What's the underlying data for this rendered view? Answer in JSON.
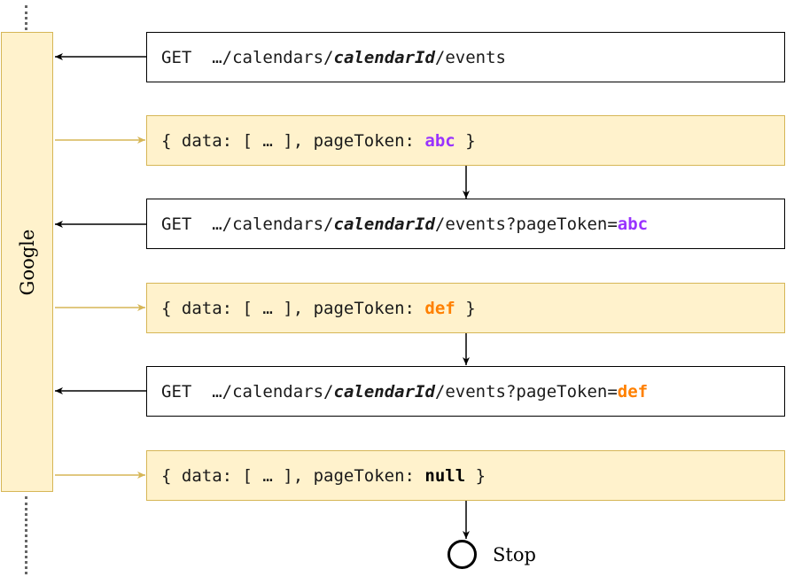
{
  "participant": {
    "name": "Google"
  },
  "messages": [
    {
      "kind": "request",
      "method": "GET",
      "path_prefix": "…/calendars/",
      "path_param": "calendarId",
      "path_suffix": "/events",
      "token": "",
      "token_color": ""
    },
    {
      "kind": "response",
      "prefix": "{ data: [ … ], pageToken: ",
      "token": "abc",
      "suffix": " }",
      "token_color": "#9933ff"
    },
    {
      "kind": "request",
      "method": "GET",
      "path_prefix": "…/calendars/",
      "path_param": "calendarId",
      "path_suffix": "/events?pageToken=",
      "token": "abc",
      "token_color": "#9933ff"
    },
    {
      "kind": "response",
      "prefix": "{ data: [ … ], pageToken: ",
      "token": "def",
      "suffix": " }",
      "token_color": "#ff8000"
    },
    {
      "kind": "request",
      "method": "GET",
      "path_prefix": "…/calendars/",
      "path_param": "calendarId",
      "path_suffix": "/events?pageToken=",
      "token": "def",
      "token_color": "#ff8000"
    },
    {
      "kind": "response",
      "prefix": "{ data: [ … ], pageToken: ",
      "token": "null",
      "suffix": " }",
      "token_color": "#000000"
    }
  ],
  "stop": {
    "label": "Stop"
  },
  "colors": {
    "request_arrow": "#000000",
    "response_arrow": "#d6b656",
    "response_fill": "#fff2cc"
  }
}
